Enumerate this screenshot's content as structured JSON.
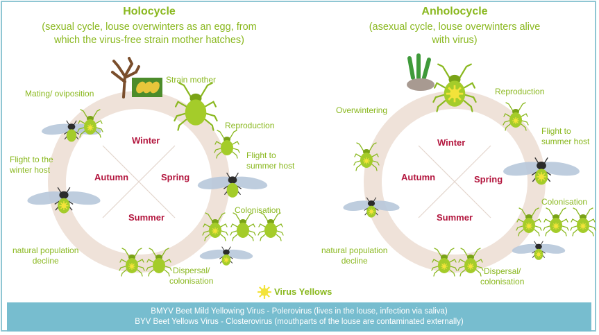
{
  "holocycle": {
    "title": "Holocycle",
    "subtitle_line1": "(sexual cycle, louse overwinters as an egg, from",
    "subtitle_line2": "which the virus-free strain mother hatches)",
    "seasons": {
      "winter": "Winter",
      "spring": "Spring",
      "summer": "Summer",
      "autumn": "Autumn"
    },
    "labels": {
      "strain_mother": "Strain mother",
      "mating_1": "Mating/ oviposition",
      "reproduction": "Reproduction",
      "flight_summer_1": "Flight to",
      "flight_summer_2": "summer host",
      "flight_winter_1": "Flight to the",
      "flight_winter_2": "winter host",
      "colonisation": "Colonisation",
      "decline_1": "natural population",
      "decline_2": "decline",
      "dispersal_1": "Dispersal/",
      "dispersal_2": "colonisation"
    }
  },
  "anholocycle": {
    "title": "Anholocycle",
    "subtitle_line1": "(asexual cycle, louse overwinters alive",
    "subtitle_line2": "with virus)",
    "seasons": {
      "winter": "Winter",
      "spring": "Spring",
      "summer": "Summer",
      "autumn": "Autumn"
    },
    "labels": {
      "overwintering": "Overwintering",
      "reproduction": "Reproduction",
      "flight_summer_1": "Flight to",
      "flight_summer_2": "summer host",
      "colonisation": "Colonisation",
      "decline_1": "natural population",
      "decline_2": "decline",
      "dispersal_1": "Dispersal/",
      "dispersal_2": "colonisation"
    }
  },
  "legend": {
    "virus_yellows": "Virus Yellows"
  },
  "footer": {
    "line1": "BMYV Beet Mild Yellowing Virus - Polerovirus (lives in the louse, infection via saliva)",
    "line2": "BYV Beet Yellows Virus - Closterovirus (mouthparts of the louse are contaminated externally)"
  },
  "colors": {
    "green_text": "#8ab81f",
    "season_text": "#b3163e",
    "ring": "#efe2d9",
    "footer_bg": "#77bdcf",
    "border": "#8fc6d3",
    "virus": "#f3e33a"
  }
}
